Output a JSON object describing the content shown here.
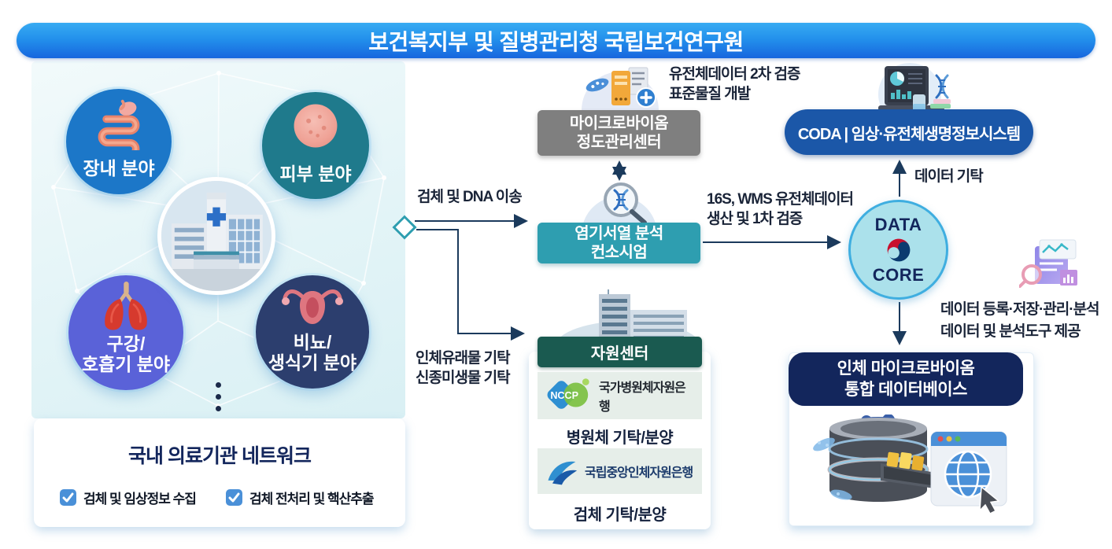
{
  "banner": {
    "title": "보건복지부 및 질병관리청 국립보건연구원"
  },
  "left_panel": {
    "circles": [
      {
        "lines": [
          "장내 분야"
        ],
        "color": "#1C77C8",
        "icon": "intestine-icon"
      },
      {
        "lines": [
          "피부 분야"
        ],
        "color": "#1F7A8C",
        "icon": "skin-icon"
      },
      {
        "lines": [
          "구강/",
          "호흡기 분야"
        ],
        "color": "#5A62D8",
        "icon": "lungs-icon"
      },
      {
        "lines": [
          "비뇨/",
          "생식기 분야"
        ],
        "color": "#2C3E6E",
        "icon": "uterus-icon"
      }
    ],
    "hospital_icon": "hospital-photo-icon",
    "network_card": {
      "title": "국내 의료기관 네트워크",
      "checklist": [
        {
          "icon": "checkbox-checked-icon",
          "label": "검체 및 임상정보 수집"
        },
        {
          "icon": "checkbox-checked-icon",
          "label": "검체 전처리 및 핵산추출"
        }
      ]
    }
  },
  "center": {
    "qc_center": {
      "icon": "server-microbe-icon",
      "box_lines": [
        "마이크로바이옴",
        "정도관리센터"
      ],
      "note_lines": [
        "유전체데이터 2차 검증",
        "표준물질 개발"
      ]
    },
    "sequencing": {
      "icon": "dna-magnifier-icon",
      "box_lines": [
        "염기서열 분석",
        "컨소시엄"
      ]
    },
    "flow_labels": {
      "sample_dna_transfer": "검체 및 DNA 이송",
      "deposit_lines": [
        "인체유래물 기탁",
        "신종미생물 기탁"
      ]
    },
    "resource_center": {
      "icon": "building-icon",
      "header": "자원센터",
      "banks": [
        {
          "logo": "nccp-logo",
          "logo_text": "NCCP",
          "name": "국가병원체자원은행",
          "caption": "병원체 기탁/분양"
        },
        {
          "logo": "biobank-swoosh-logo",
          "name": "국립중앙인체자원은행",
          "caption": "검체 기탁/분양"
        }
      ]
    }
  },
  "right": {
    "coda": {
      "icon": "laptop-analytics-icon",
      "label": "CODA | 임상·유전체생명정보시스템"
    },
    "data_core": {
      "icon": "taegeuk-icon",
      "top": "DATA",
      "bottom": "CORE"
    },
    "flow_labels": {
      "genome_lines": [
        "16S, WMS 유전체데이터",
        "생산 및 1차 검증"
      ],
      "data_deposit": "데이터 기탁",
      "services_icon": "report-magnifier-icon",
      "services_lines": [
        "데이터 등록·저장·관리·분석",
        "데이터 및 분석도구 제공"
      ]
    },
    "database": {
      "box_lines": [
        "인체 마이크로바이옴",
        "통합 데이터베이스"
      ],
      "illustration": "database-globe-illustration"
    }
  },
  "colors": {
    "banner_top": "#38ABF2",
    "banner_bottom": "#1766DE",
    "panel_bg": "#E7F5F8",
    "circle_gut": "#1C77C8",
    "circle_skin": "#1F7A8C",
    "circle_oral": "#5A62D8",
    "circle_uro": "#2C3E6E",
    "gray_box": "#7F7F7F",
    "teal_box": "#2E9EB0",
    "resource_header": "#1A5A50",
    "bank_row_bg": "#E6EEE9",
    "coda_blue": "#1B57A8",
    "navy_box": "#13265C",
    "core_fill": "#ABE1EB",
    "core_border": "#3FAEE0",
    "checkbox_blue": "#4A90D8",
    "arrow": "#1B3A5C",
    "text_navy": "#13265C"
  }
}
